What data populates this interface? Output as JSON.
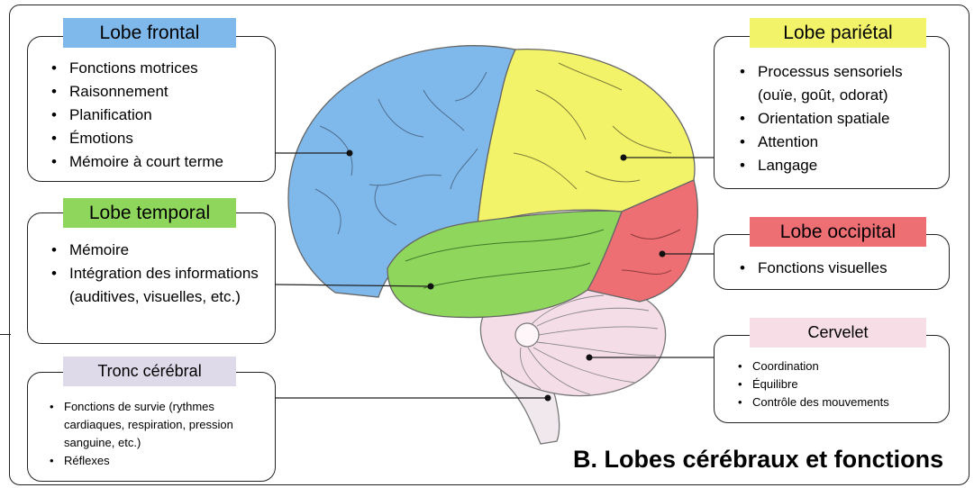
{
  "lobes": {
    "frontal": {
      "label": "Lobe frontal",
      "color": "#7fb8ea",
      "items": [
        "Fonctions motrices",
        "Raisonnement",
        "Planification",
        "Émotions",
        "Mémoire à court terme"
      ]
    },
    "temporal": {
      "label": "Lobe temporal",
      "color": "#8fd65c",
      "items": [
        "Mémoire",
        "Intégration des informations (auditives, visuelles, etc.)"
      ]
    },
    "brainstem": {
      "label": "Tronc cérébral",
      "color": "#dedaea",
      "items": [
        "Fonctions de survie (rythmes cardiaques, respiration, pression sanguine, etc.)",
        "Réflexes"
      ]
    },
    "parietal": {
      "label": "Lobe pariétal",
      "color": "#f3f36a",
      "items": [
        "Processus sensoriels (ouïe, goût, odorat)",
        "Orientation spatiale",
        "Attention",
        "Langage"
      ]
    },
    "occipital": {
      "label": "Lobe occipital",
      "color": "#ee6f73",
      "items": [
        "Fonctions visuelles"
      ]
    },
    "cerebellum": {
      "label": "Cervelet",
      "color": "#f7dde5",
      "items": [
        "Coordination",
        "Équilibre",
        "Contrôle des mouvements"
      ]
    }
  },
  "caption": "B. Lobes cérébraux et fonctions"
}
